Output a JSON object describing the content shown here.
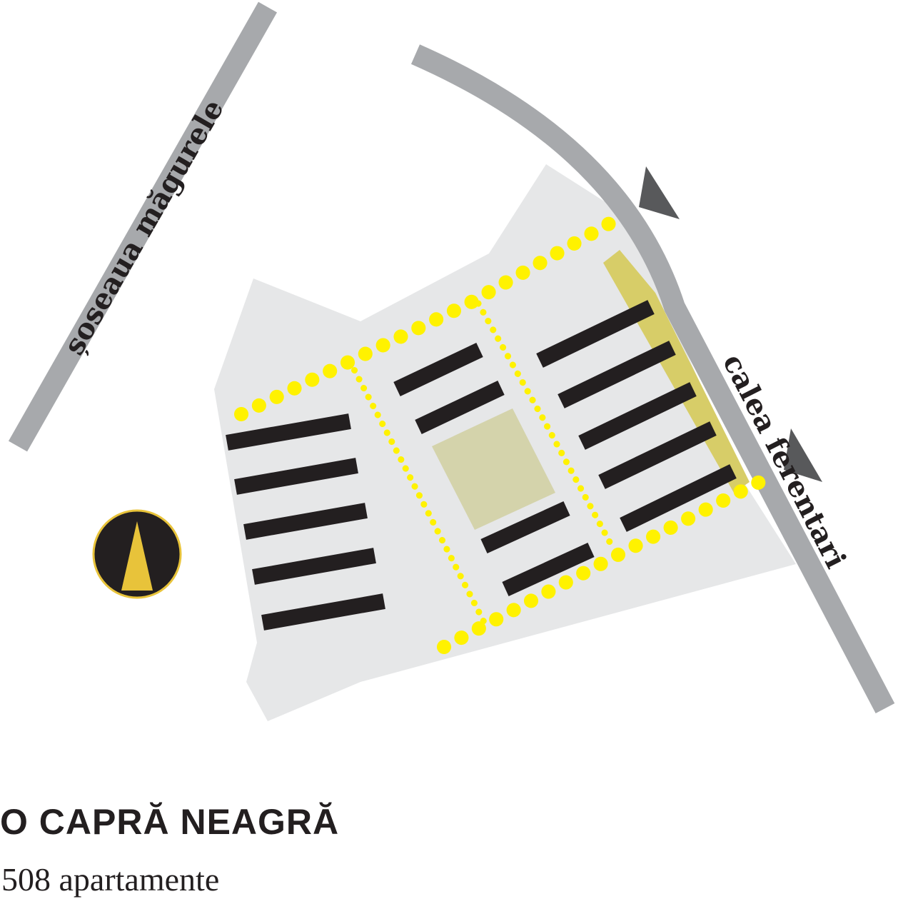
{
  "map": {
    "roads": [
      {
        "id": "soseaua-magurele",
        "label": "șoseaua măgurele"
      },
      {
        "id": "calea-ferentari",
        "label": "calea ferentari"
      }
    ],
    "compass": {
      "icon": "north-arrow-icon"
    },
    "colors": {
      "site": "#e6e7e8",
      "road": "#a7a9ac",
      "building": "#231f20",
      "path": "#fff200",
      "green_square": "#d4d3ab",
      "green_strip": "#d7cd68",
      "arrow": "#58595b",
      "compass_fill": "#231f20",
      "compass_needle": "#e8c33a"
    }
  },
  "caption": {
    "title": "O CAPRĂ NEAGRĂ",
    "subtitle": "508 apartamente"
  }
}
